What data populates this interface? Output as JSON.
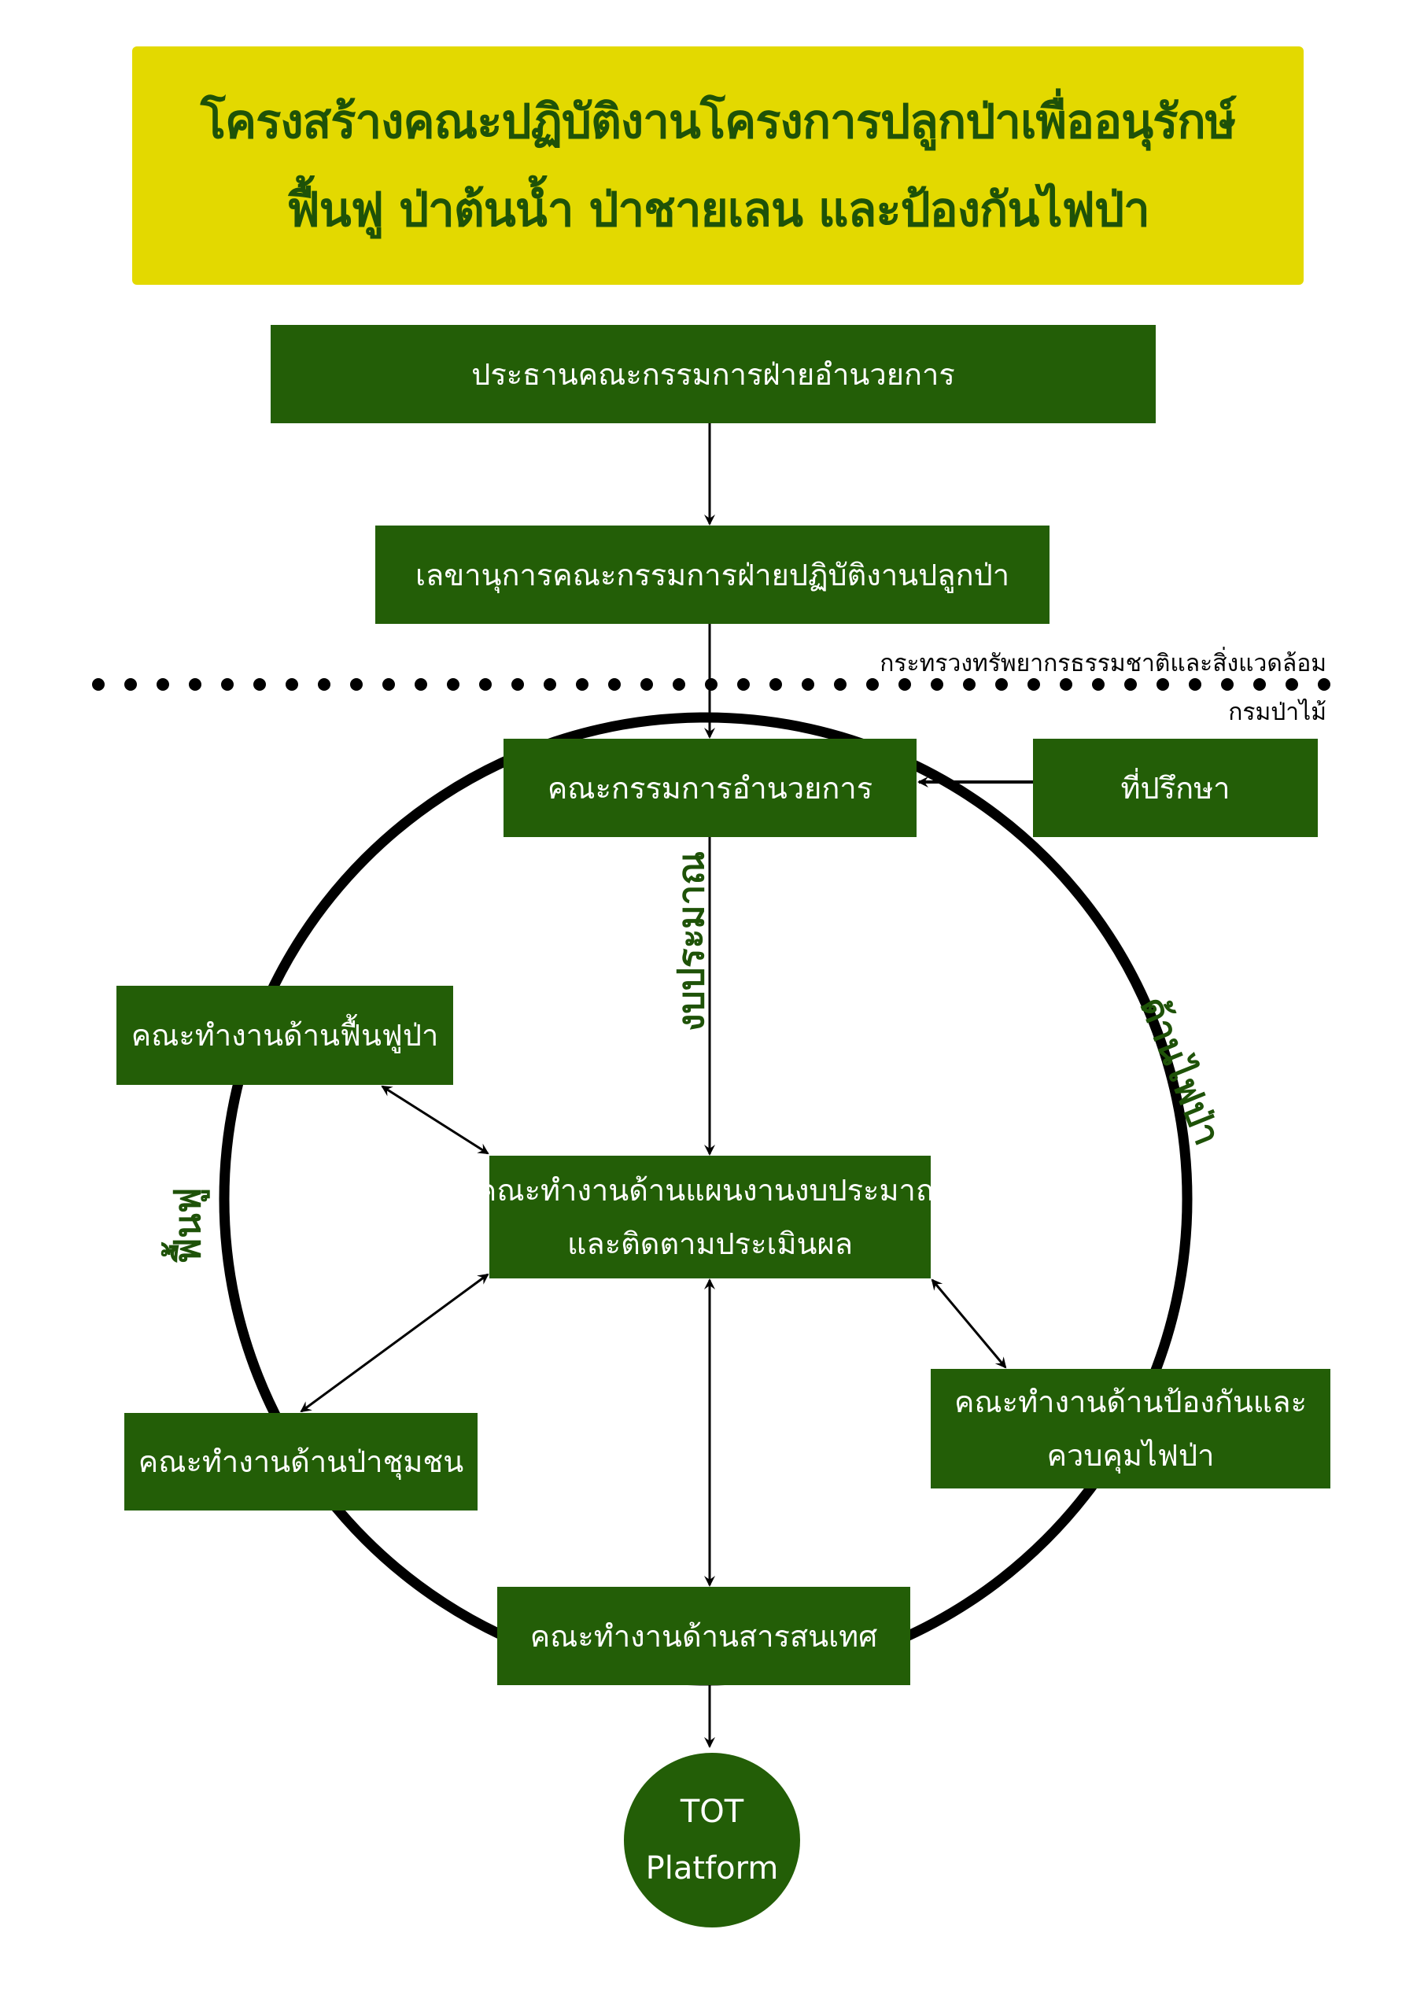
{
  "title": {
    "line1": "โครงสร้างคณะปฏิบัติงานโครงการปลูกป่าเพื่ออนุรักษ์",
    "line2": "ฟื้นฟู ป่าต้นน้ำ ป่าชายเลน และป้องกันไฟป่า"
  },
  "colors": {
    "title_bg": "#e3d900",
    "title_text": "#1e5208",
    "node_bg": "#235e07",
    "node_text": "#ffffff",
    "connector": "#000000"
  },
  "nodes": {
    "chairman": "ประธานคณะกรรมการฝ่ายอำนวยการ",
    "secretary": "เลขานุการคณะกรรมการฝ่ายปฏิบัติงานปลูกป่า",
    "steering": "คณะกรรมการอำนวยการ",
    "advisor": "ที่ปรึกษา",
    "restoration": "คณะทำงานด้านฟื้นฟูป่า",
    "planning": {
      "line1": "คณะทำงานด้านแผนงานงบประมาณ",
      "line2": "และติดตามประเมินผล"
    },
    "community_forest": "คณะทำงานด้านป่าชุมชน",
    "fire_control": {
      "line1": "คณะทำงานด้านป้องกันและ",
      "line2": "ควบคุมไฟป่า"
    },
    "information": "คณะทำงานด้านสารสนเทศ",
    "platform": {
      "line1": "TOT",
      "line2": "Platform"
    }
  },
  "boundary": {
    "above_label": "กระทรวงทรัพยากรธรรมชาติและสิ่งแวดล้อม",
    "below_label": "กรมป่าไม้"
  },
  "edge_labels": {
    "budget": "งบประมาณ",
    "restore": "ฟื้นฟู",
    "wildfire": "ด้านไฟป่า"
  }
}
